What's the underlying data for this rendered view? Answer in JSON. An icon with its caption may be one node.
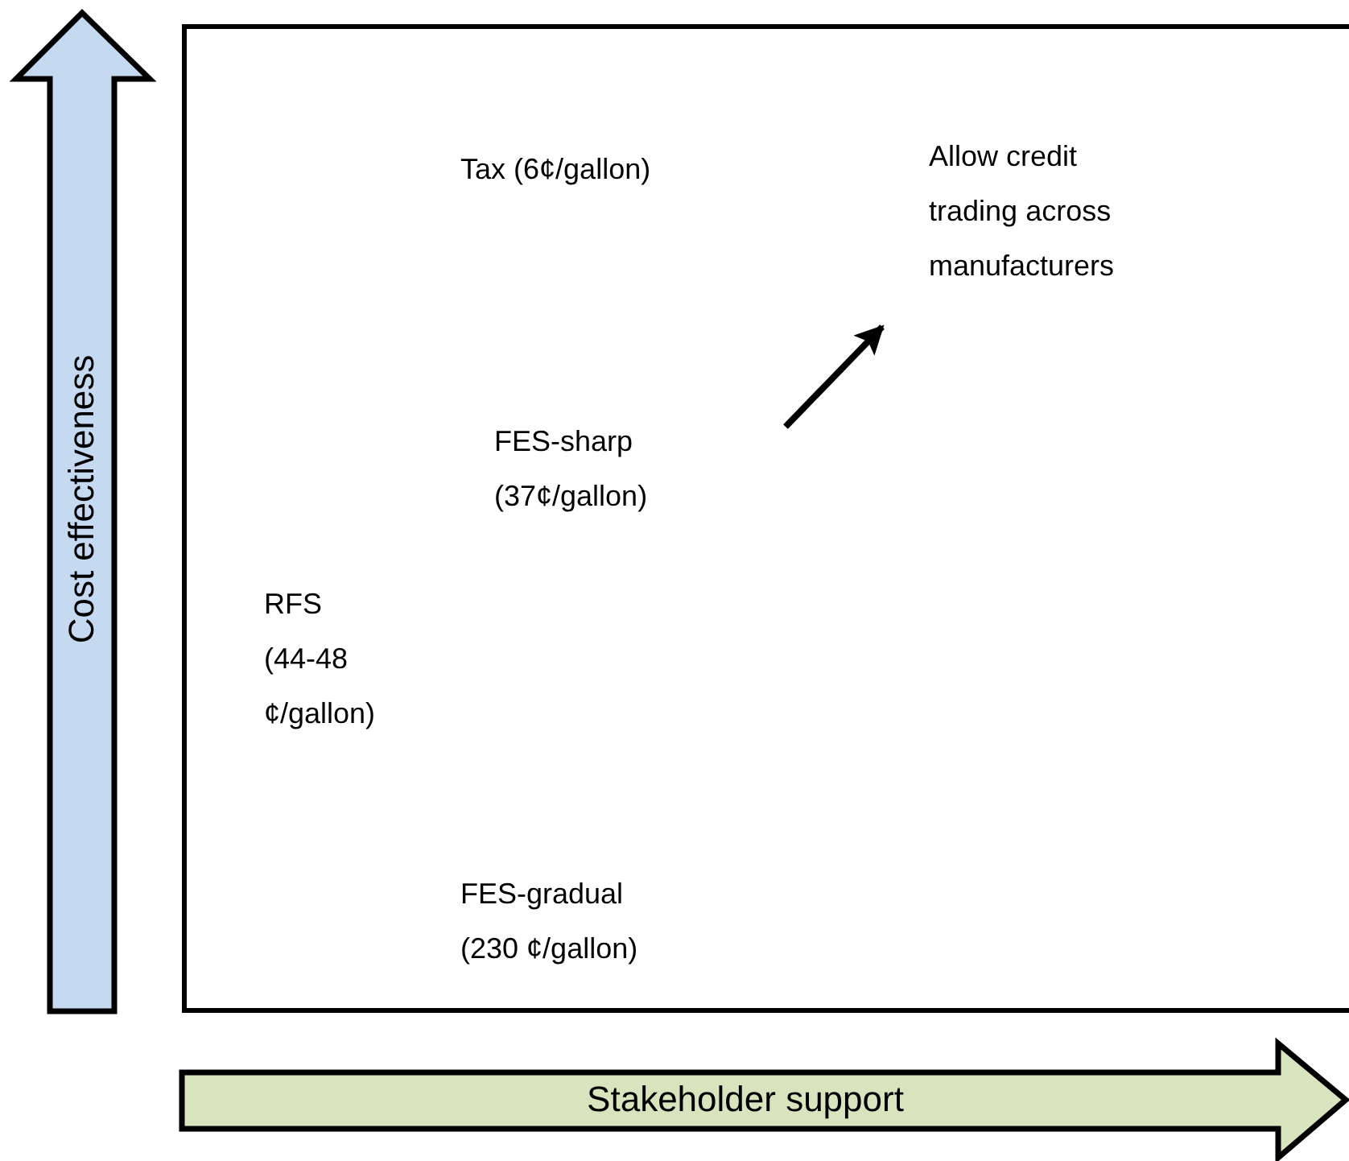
{
  "diagram": {
    "nodes": [
      {
        "text": [],
        "shape": "box"
      },
      {
        "text": [
          "Tax (6¢/gallon)"
        ],
        "in": 0
      },
      {
        "text": [
          "Allow credit trading across manufacturers"
        ],
        "in": 0
      },
      {
        "text": [
          "FES-sharp (37¢/gallon)"
        ],
        "in": 0
      },
      {
        "text": [
          "RFS (44-48 ¢/gallon)"
        ],
        "in": 0
      },
      {
        "text": [
          "FES-gradual (230 ¢/gallon)"
        ],
        "in": 0
      },
      {
        "text": [
          "Cost effectiveness"
        ]
      },
      {
        "text": [
          "Stakeholder support"
        ]
      }
    ],
    "edges": [
      {
        "from": null,
        "to": 2,
        "arrow": "to"
      }
    ]
  }
}
